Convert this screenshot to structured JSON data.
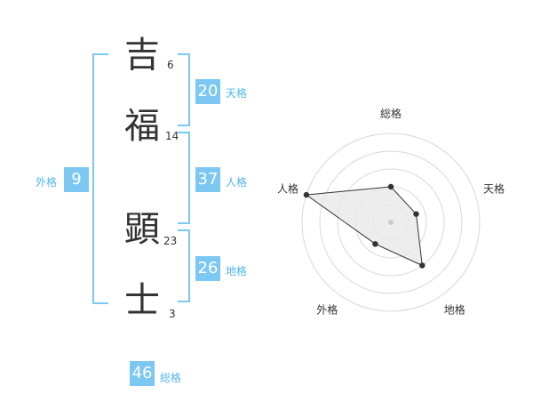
{
  "name": {
    "chars": [
      {
        "char": "吉",
        "strokes": "6"
      },
      {
        "char": "福",
        "strokes": "14"
      },
      {
        "char": "顕",
        "strokes": "23"
      },
      {
        "char": "士",
        "strokes": "3"
      }
    ]
  },
  "kaku": {
    "tenkaku": {
      "value": "20",
      "label": "天格"
    },
    "jinkaku": {
      "value": "37",
      "label": "人格"
    },
    "chikaku": {
      "value": "26",
      "label": "地格"
    },
    "gaikaku": {
      "value": "9",
      "label": "外格"
    },
    "soukaku": {
      "value": "46",
      "label": "総格"
    }
  },
  "chart_data": {
    "type": "radar",
    "axes": [
      "総格",
      "天格",
      "地格",
      "外格",
      "人格"
    ],
    "values": [
      2,
      1.5,
      3,
      1.5,
      5
    ],
    "max": 5,
    "rings": 5,
    "colors": {
      "grid": "#d8d8d8",
      "fill": "#e8e8e8",
      "line": "#333333",
      "point": "#333333",
      "center": "#cccccc"
    }
  }
}
